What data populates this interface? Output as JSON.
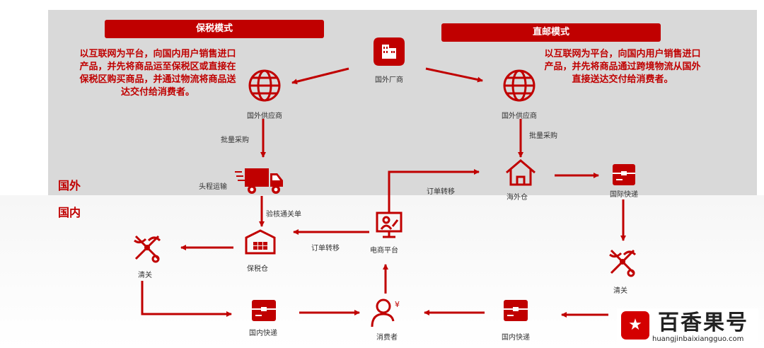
{
  "banners": {
    "bonded": "保税模式",
    "direct": "直邮模式"
  },
  "descriptions": {
    "bonded": [
      "以互联网为平台，向国内用户销售进口",
      "产品，并先将商品运至保税区或直接在",
      "保税区购买商品，并通过物流将商品送",
      "达交付给消费者。"
    ],
    "direct": [
      "以互联网为平台，向国内用户销售进口",
      "产品，并先将商品通过跨境物流从国外",
      "直接送达交付给消费者。"
    ]
  },
  "regions": {
    "foreign": "国外",
    "domestic": "国内"
  },
  "nodes": {
    "manufacturer": "国外厂商",
    "supplier_left": "国外供应商",
    "supplier_right": "国外供应商",
    "head_transport": "头程运输",
    "overseas_warehouse": "海外仓",
    "intl_express": "国际快递",
    "bonded_warehouse": "保税仓",
    "ecommerce": "电商平台",
    "customs_left": "清关",
    "customs_right": "清关",
    "domestic_express_left": "国内快递",
    "domestic_express_right": "国内快递",
    "consumer": "消费者"
  },
  "edges": {
    "bulk_left": "批量采购",
    "bulk_right": "批量采购",
    "verify": "验核通关单",
    "order_upper": "订单转移",
    "order_lower": "订单转移"
  },
  "logo": {
    "name": "百香果号",
    "url": "huangjinbaixiangguo.com"
  },
  "colors": {
    "accent": "#c00000",
    "panel": "#d9d9d9"
  }
}
